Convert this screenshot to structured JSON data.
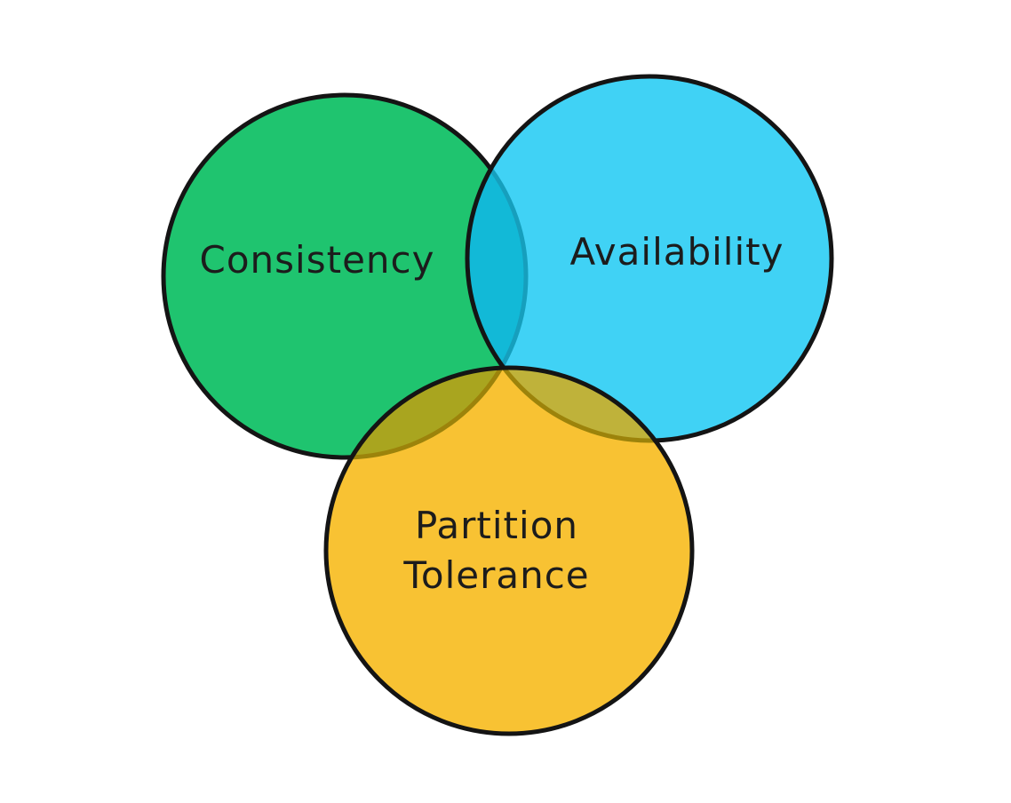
{
  "diagram": {
    "type": "venn",
    "topic": "CAP theorem",
    "background_color": "#ffffff",
    "outline_color": "#141414",
    "text_color": "#1c1c1c",
    "sets": [
      {
        "id": "consistency",
        "label": "Consistency",
        "color": "#1fc46f"
      },
      {
        "id": "availability",
        "label": "Availability",
        "color": "#40d2f5"
      },
      {
        "id": "partition_tolerance",
        "label": "Partition Tolerance",
        "color": "#f8c233",
        "label_lines": {
          "0": "Partition",
          "1": "Tolerance"
        }
      }
    ],
    "overlaps": {
      "consistency_availability": "#12b9d7",
      "consistency_partition": "#a9a51f",
      "availability_partition": "#bfb23a"
    },
    "under_strokes": {
      "green_edge_under_blue": "#169fbd",
      "edges_under_yellow": "#9c830b"
    }
  }
}
